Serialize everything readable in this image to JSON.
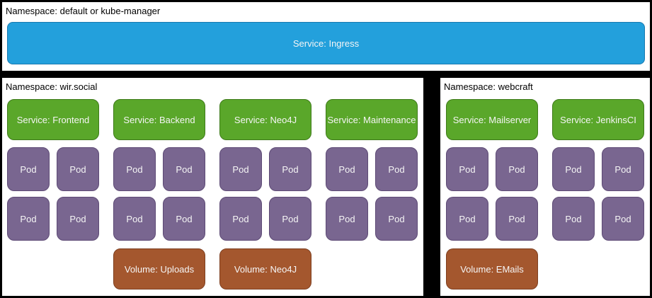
{
  "colors": {
    "background": "#000000",
    "panel_bg": "#ffffff",
    "panel_border": "#000000",
    "label_text": "#000000",
    "node_text": "#f5f5f5",
    "ingress_fill": "#23A0DC",
    "ingress_border": "#1779B0",
    "service_fill": "#5AA72A",
    "service_border": "#3E7A1A",
    "pod_fill": "#796690",
    "pod_border": "#5D4A75",
    "volume_fill": "#A4572E",
    "volume_border": "#7E3F20"
  },
  "namespaces": [
    {
      "id": "default",
      "label": "Namespace: default or kube-manager",
      "ingress_label": "Service: Ingress"
    },
    {
      "id": "wir-social",
      "label": "Namespace: wir.social",
      "groups": [
        {
          "service": "Service: Frontend",
          "pods": [
            "Pod",
            "Pod",
            "Pod",
            "Pod"
          ],
          "volume": null
        },
        {
          "service": "Service: Backend",
          "pods": [
            "Pod",
            "Pod",
            "Pod",
            "Pod"
          ],
          "volume": "Volume: Uploads"
        },
        {
          "service": "Service: Neo4J",
          "pods": [
            "Pod",
            "Pod",
            "Pod",
            "Pod"
          ],
          "volume": "Volume: Neo4J"
        },
        {
          "service": "Service: Maintenance",
          "pods": [
            "Pod",
            "Pod",
            "Pod",
            "Pod"
          ],
          "volume": null
        }
      ]
    },
    {
      "id": "webcraft",
      "label": "Namespace: webcraft",
      "groups": [
        {
          "service": "Service: Mailserver",
          "pods": [
            "Pod",
            "Pod",
            "Pod",
            "Pod"
          ],
          "volume": "Volume: EMails"
        },
        {
          "service": "Service: JenkinsCI",
          "pods": [
            "Pod",
            "Pod",
            "Pod",
            "Pod"
          ],
          "volume": null
        }
      ]
    }
  ]
}
